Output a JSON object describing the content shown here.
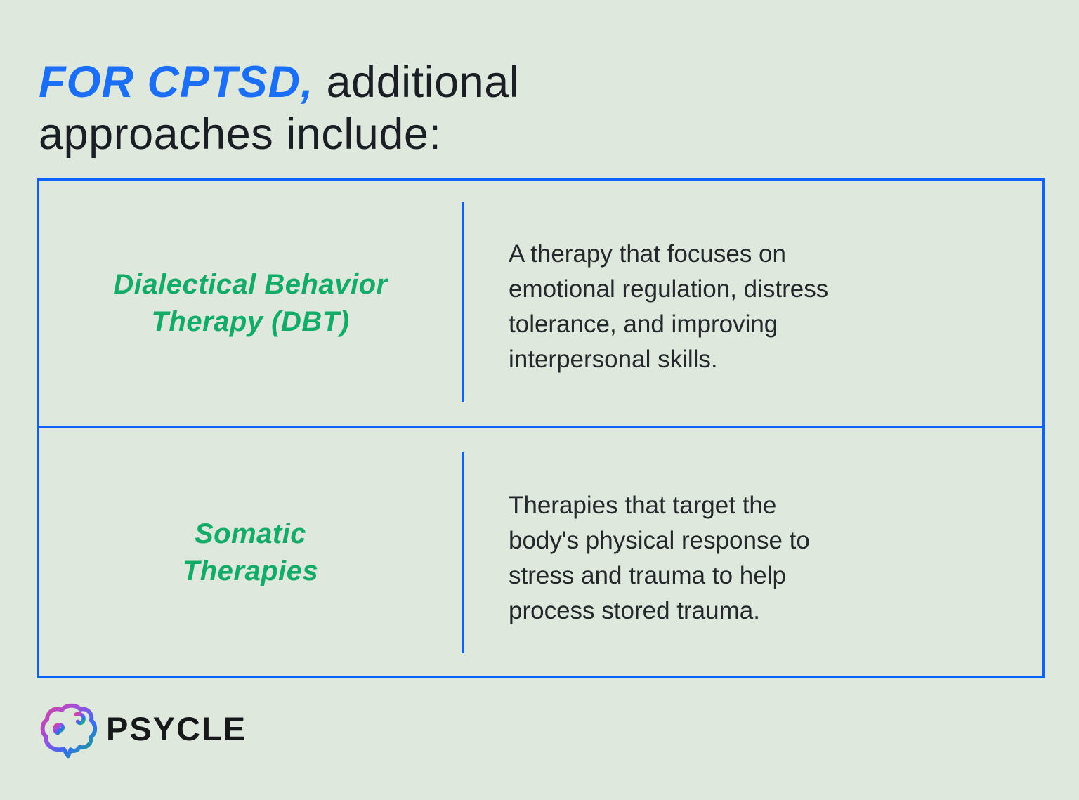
{
  "page": {
    "background": "#dfe8dc"
  },
  "title": {
    "accent": "FOR CPTSD,",
    "rest_line1": " additional",
    "line2": "approaches include:",
    "accent_color": "#1a6ff6",
    "text_color": "#1b1e24"
  },
  "table": {
    "border_color": "#0d63f7",
    "heading_color": "#13ab68",
    "body_color": "#24282c",
    "rows": [
      {
        "heading_lines": [
          "Dialectical Behavior",
          "Therapy (DBT)"
        ],
        "body_lines": [
          "A therapy that focuses on",
          "emotional regulation, distress",
          "tolerance, and improving",
          "interpersonal skills."
        ]
      },
      {
        "heading_lines": [
          "Somatic",
          "Therapies"
        ],
        "body_lines": [
          "Therapies that target the",
          "body's physical response to",
          "stress and trauma to help",
          "process stored trauma."
        ]
      }
    ]
  },
  "footer": {
    "brand": "PSYCLE",
    "logo": {
      "icon": "brain-gradient-icon",
      "gradient": [
        "#d8439c",
        "#9a4fe0",
        "#2f6ef2",
        "#16b86d"
      ]
    }
  }
}
